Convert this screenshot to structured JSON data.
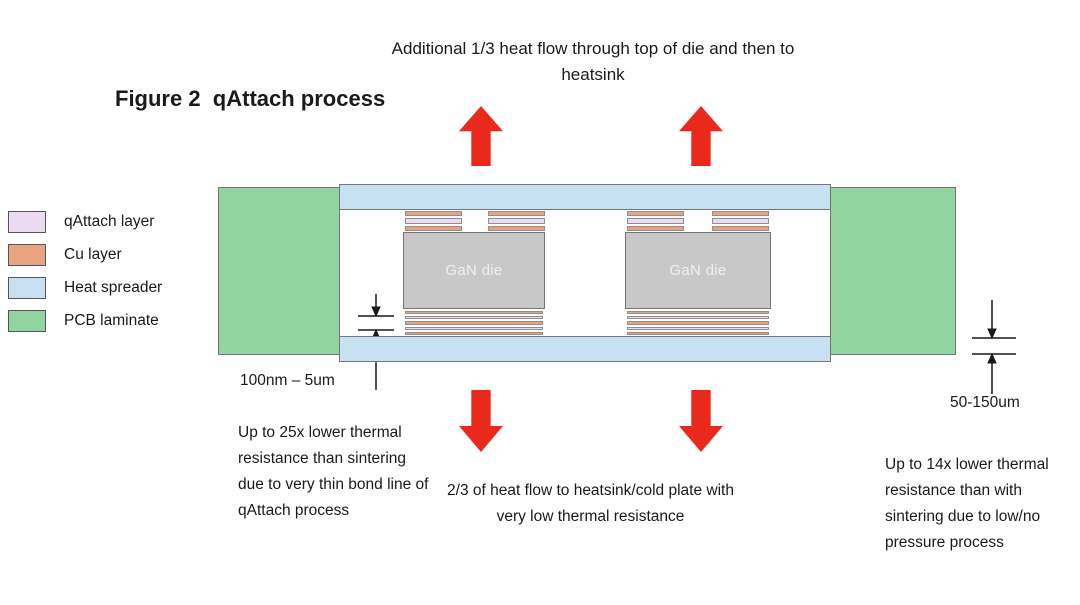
{
  "title": "Figure 2  qAttach process",
  "annotations": {
    "top": "Additional 1/3 heat flow through top of die and then to heatsink",
    "bottom_left": "Up to 25x lower thermal resistance than sintering due to very thin bond line of qAttach process",
    "bottom_center": "2/3 of heat flow to heatsink/cold plate with very low thermal resistance",
    "bottom_right": "Up to 14x lower thermal resistance than with sintering due to low/no pressure process",
    "dim_left": "100nm – 5um",
    "dim_right": "50-150um"
  },
  "legend": {
    "items": [
      {
        "label": "qAttach layer",
        "color": "#ecd9f2"
      },
      {
        "label": "Cu layer",
        "color": "#e8a47e"
      },
      {
        "label": "Heat spreader",
        "color": "#c7e1f2"
      },
      {
        "label": "PCB laminate",
        "color": "#90d5a0"
      }
    ]
  },
  "diagram": {
    "die_label": "GaN die",
    "colors": {
      "qattach": "#ecd9f2",
      "cu": "#e8a47e",
      "heat_spreader": "#c7e1f2",
      "pcb": "#90d5a0",
      "die": "#c8c8c8",
      "arrow": "#e8291c"
    },
    "stacks": {
      "top_layers": [
        "cu",
        "qattach",
        "cu"
      ],
      "bottom_layers": [
        "cu",
        "qattach",
        "cu",
        "qattach",
        "cu"
      ]
    }
  }
}
